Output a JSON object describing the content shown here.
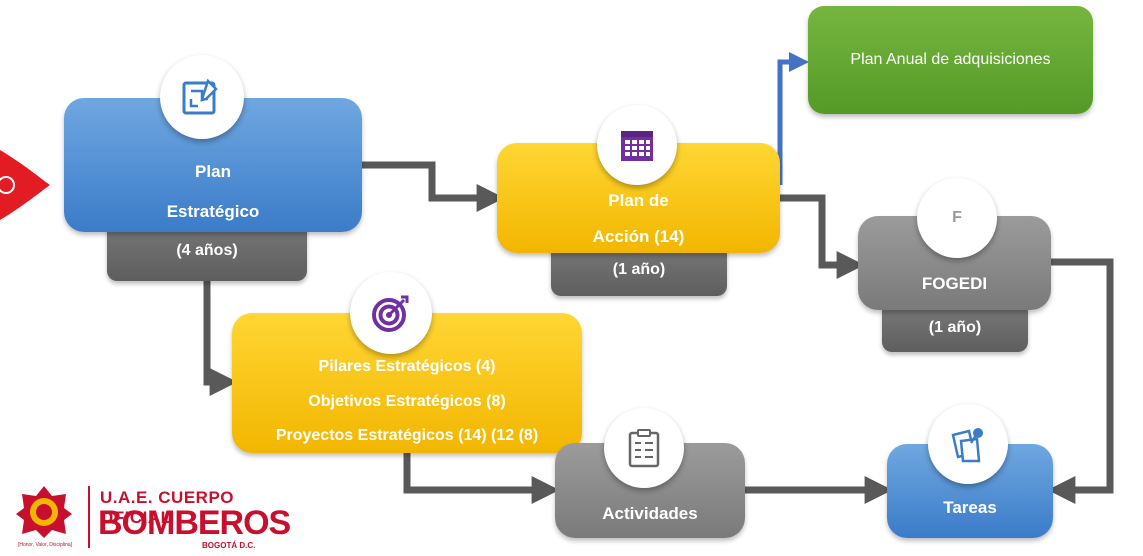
{
  "nodes": {
    "plan_estrategico": {
      "line1": "Plan",
      "line2": "Estratégico",
      "sub": "(4 años)"
    },
    "plan_accion": {
      "line1": "Plan de",
      "line2": "Acción (14)",
      "sub": "(1 año)"
    },
    "plan_anual": {
      "label": "Plan Anual de adquisiciones"
    },
    "fogedi": {
      "icon_letter": "F",
      "label": "FOGEDI",
      "sub": "(1 año)"
    },
    "pilares": {
      "line1": "Pilares Estratégicos (4)",
      "line2": "Objetivos Estratégicos (8)",
      "line3": "Proyectos Estratégicos  (14)  (12 (8)"
    },
    "actividades": {
      "label": "Actividades"
    },
    "tareas": {
      "label": "Tareas"
    }
  },
  "logo": {
    "line1": "U.A.E. CUERPO OFICIAL",
    "line2": "BOMBEROS",
    "line3": "BOGOTÁ D.C.",
    "badge_text": "[Honor, Valor, Disciplina]"
  },
  "colors": {
    "blue": "#3b7cc9",
    "yellow": "#f2b600",
    "grey": "#7a7a7a",
    "green": "#549a27",
    "arrow_grey": "#595959",
    "arrow_blue": "#4472c4",
    "brand_red": "#c8102e",
    "icon_purple": "#7030a0"
  }
}
